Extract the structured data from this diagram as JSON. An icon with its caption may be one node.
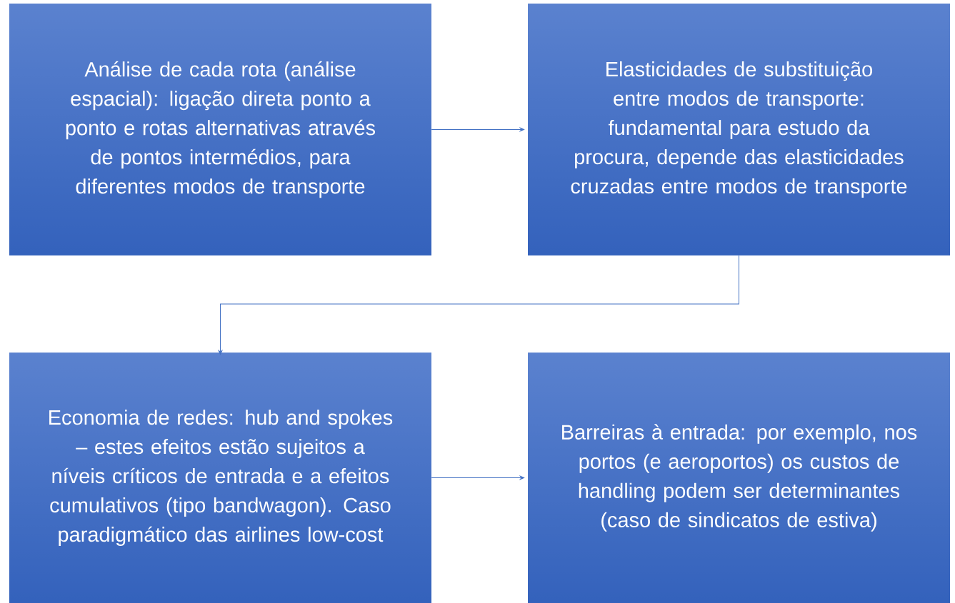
{
  "diagram": {
    "nodes": [
      {
        "text": [
          "Análise de cada rota (análise espacial): ligação direta ponto a ponto e rotas alternativas através de pontos intermédios, para diferentes modos de transporte"
        ]
      },
      {
        "text": [
          "Elasticidades de substituição entre modos de transporte: fundamental para estudo da procura, depende das elasticidades cruzadas entre modos de transporte"
        ]
      },
      {
        "text": [
          "Economia de redes: hub and spokes – estes efeitos estão sujeitos a níveis críticos de entrada e a efeitos cumulativos (tipo bandwagon). Caso paradigmático das airlines low-cost"
        ]
      },
      {
        "text": [
          "Barreiras à entrada: por exemplo, nos portos (e aeroportos) os custos de handling podem ser determinantes (caso de sindicatos de estiva)"
        ]
      }
    ],
    "edges": [
      {
        "from": 0,
        "to": 1,
        "arrow": "to"
      },
      {
        "from": 1,
        "to": 2,
        "arrow": "to"
      },
      {
        "from": 2,
        "to": 3,
        "arrow": "to"
      }
    ]
  }
}
